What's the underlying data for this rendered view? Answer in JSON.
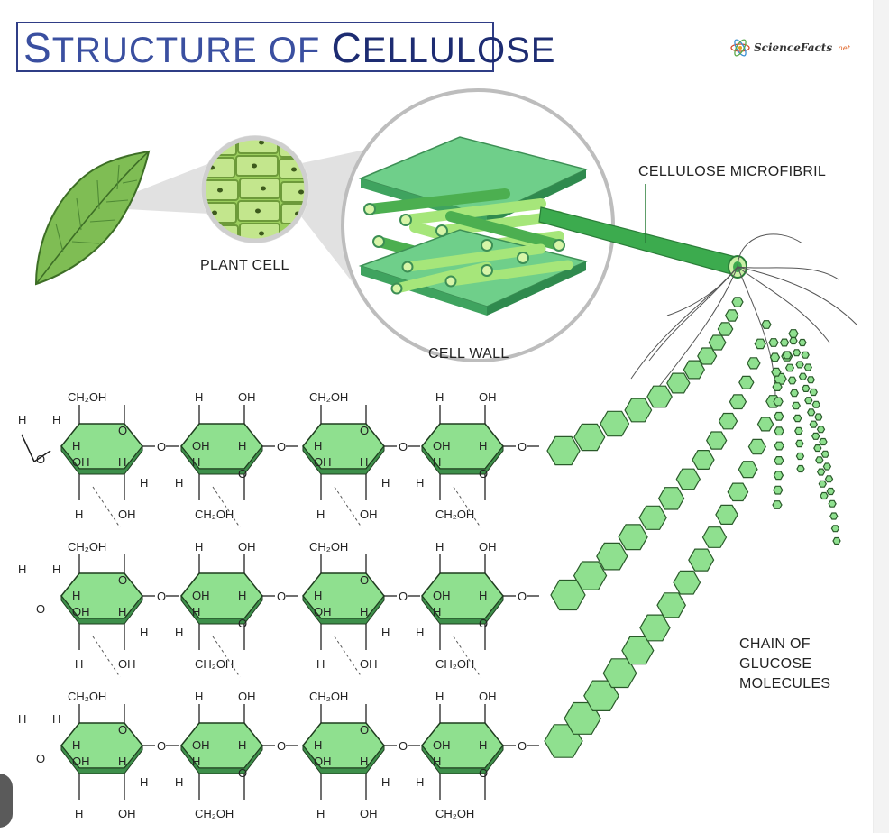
{
  "title": {
    "word1_cap": "S",
    "word1_rest": "TRUCTURE",
    "word2": "OF",
    "word3_cap": "C",
    "word3_rest": "ELLULOSE"
  },
  "brand": {
    "name": "ScienceFacts",
    "tld": ".net"
  },
  "labels": {
    "plant_cell": "PLANT CELL",
    "cell_wall": "CELL WALL",
    "microfibril": "CELLULOSE MICROFIBRIL",
    "chain_line1": "CHAIN OF",
    "chain_line2": "GLUCOSE",
    "chain_line3": "MOLECULES"
  },
  "chem": {
    "ch2oh": "CH₂OH",
    "h": "H",
    "oh": "OH",
    "o": "O"
  },
  "colors": {
    "title_border": "#2f3d86",
    "title_text": "#3a4fa0",
    "ring_fill": "#8fe08f",
    "ring_stroke": "#2a5a2a",
    "fibril_dark": "#3cab4e",
    "fibril_light": "#a6e67a",
    "leaf": "#6fae47"
  },
  "icons": [
    "atom-icon"
  ]
}
